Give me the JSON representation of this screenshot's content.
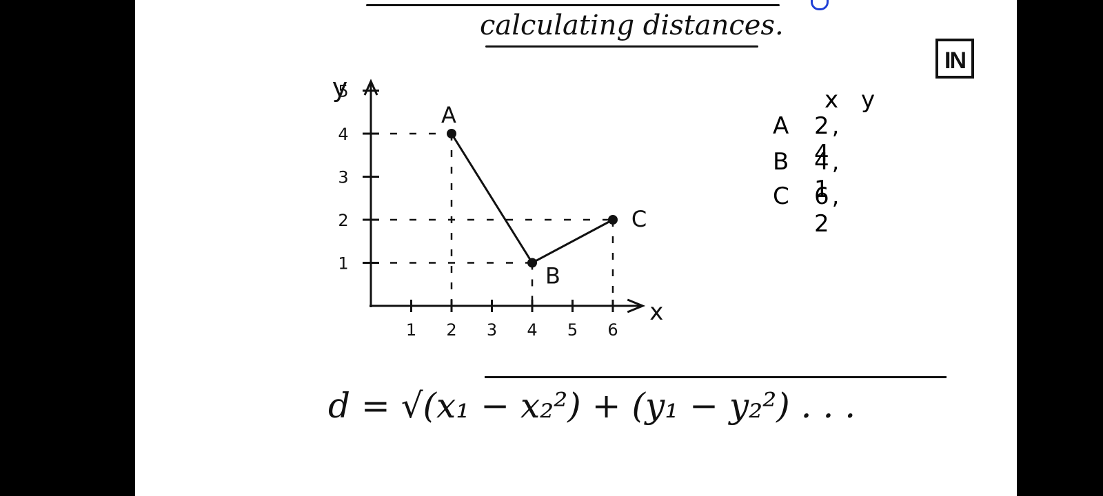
{
  "whiteboard": {
    "title": "calculating distances.",
    "logo_text": "IN",
    "accent_color": "#1f3fd6"
  },
  "chart_data": {
    "type": "line",
    "xlabel": "x",
    "ylabel": "y",
    "x_tick_labels": [
      "1",
      "2",
      "3",
      "4",
      "5",
      "6"
    ],
    "y_tick_labels": [
      "1",
      "2",
      "3",
      "4",
      "5"
    ],
    "points": [
      {
        "label": "A",
        "x": 2,
        "y": 4
      },
      {
        "label": "B",
        "x": 4,
        "y": 1
      },
      {
        "label": "C",
        "x": 6,
        "y": 2
      }
    ],
    "xlim": [
      0,
      6.5
    ],
    "ylim": [
      0,
      5
    ]
  },
  "table": {
    "header_x": "x",
    "header_y": "y",
    "rows": [
      {
        "name": "A",
        "values": "2, 4"
      },
      {
        "name": "B",
        "values": "4, 1"
      },
      {
        "name": "C",
        "values": "6, 2"
      }
    ]
  },
  "formula": "d = √(x₁ − x₂²) + (y₁ − y₂²) . . ."
}
